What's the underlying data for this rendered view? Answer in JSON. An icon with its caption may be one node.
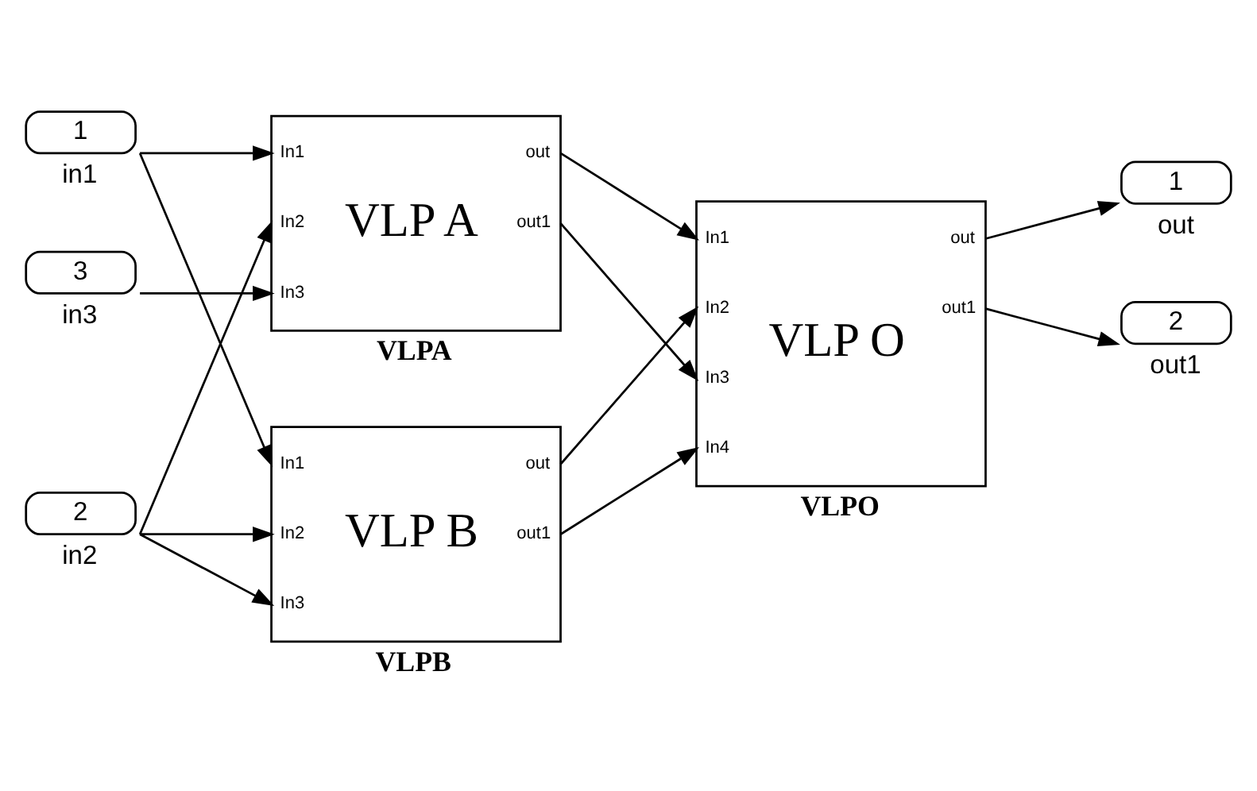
{
  "diagram": {
    "nodes": [
      {
        "text": [
          "1"
        ],
        "beside": [
          "in1"
        ]
      },
      {
        "text": [
          "2"
        ],
        "beside": [
          "in2"
        ]
      },
      {
        "text": [
          "3"
        ],
        "beside": [
          "in3"
        ]
      },
      {
        "text": [
          "In1",
          "In2",
          "In3",
          "VLP A",
          "out",
          "out1"
        ],
        "beside": [
          "VLPA"
        ]
      },
      {
        "text": [
          "In1",
          "In2",
          "In3",
          "VLP B",
          "out",
          "out1"
        ],
        "beside": [
          "VLPB"
        ]
      },
      {
        "text": [
          "In1",
          "In2",
          "In3",
          "In4",
          "VLP O",
          "out",
          "out1"
        ],
        "beside": [
          "VLPO"
        ]
      },
      {
        "text": [
          "1"
        ],
        "beside": [
          "out"
        ]
      },
      {
        "text": [
          "2"
        ],
        "beside": [
          "out1"
        ]
      }
    ],
    "edges": [
      {
        "from": 0,
        "to": 3,
        "arrow": "to"
      },
      {
        "from": 0,
        "to": 4,
        "arrow": "to"
      },
      {
        "from": 1,
        "to": 3,
        "arrow": "to"
      },
      {
        "from": 1,
        "to": 4,
        "arrow": "to"
      },
      {
        "from": 1,
        "to": 4,
        "arrow": "to"
      },
      {
        "from": 2,
        "to": 3,
        "arrow": "to"
      },
      {
        "from": 3,
        "to": 5,
        "arrow": "to"
      },
      {
        "from": 3,
        "to": 5,
        "arrow": "to"
      },
      {
        "from": 4,
        "to": 5,
        "arrow": "to"
      },
      {
        "from": 4,
        "to": 5,
        "arrow": "to"
      },
      {
        "from": 5,
        "to": 6,
        "arrow": "to"
      },
      {
        "from": 5,
        "to": 7,
        "arrow": "to"
      }
    ]
  }
}
